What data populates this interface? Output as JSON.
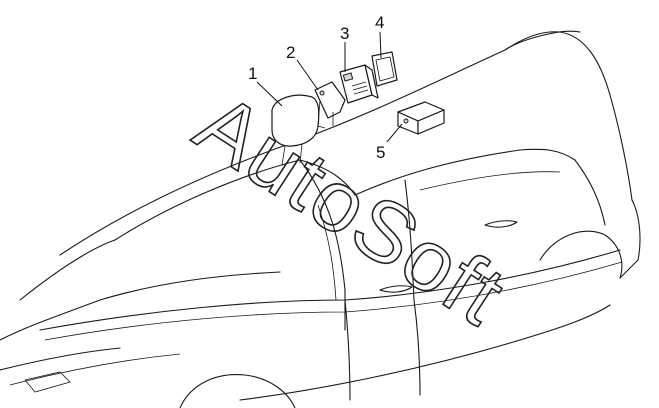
{
  "callouts": [
    {
      "label": "1",
      "component": "headrest-display-unit"
    },
    {
      "label": "2",
      "component": "bracket-module"
    },
    {
      "label": "3",
      "component": "control-module"
    },
    {
      "label": "4",
      "component": "panel-frame"
    },
    {
      "label": "5",
      "component": "receiver-box"
    }
  ],
  "watermark": {
    "text": "AutoSoft"
  }
}
